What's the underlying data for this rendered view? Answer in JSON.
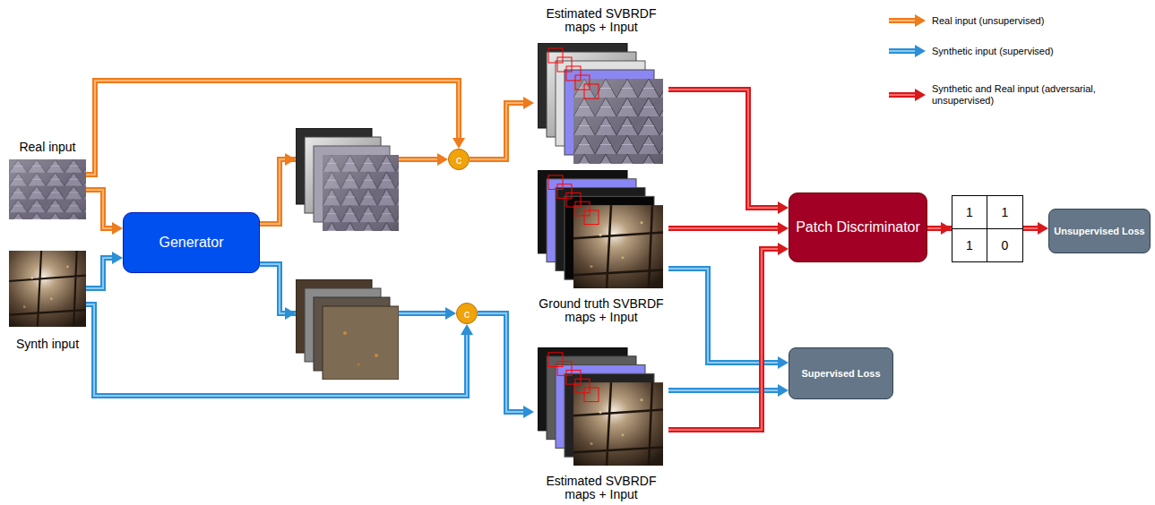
{
  "diagram": {
    "nodes": [
      {
        "text": [
          "Real input"
        ]
      },
      {
        "text": [
          "Synth input"
        ]
      },
      {
        "text": [
          "Generator"
        ]
      },
      {
        "text": [
          "c"
        ]
      },
      {
        "text": [
          "Estimated SVBRDF maps + Input"
        ]
      },
      {
        "text": [
          "Ground truth SVBRDF maps + Input"
        ]
      },
      {
        "text": [
          "c"
        ]
      },
      {
        "text": [
          "Estimated SVBRDF maps + Input"
        ]
      },
      {
        "text": [
          "Patch Discriminator"
        ]
      },
      {
        "text": [
          "Supervised Loss"
        ]
      },
      {
        "text": [
          "Unsupervised Loss"
        ]
      }
    ],
    "edges": [
      {
        "from": 0,
        "to": 2,
        "arrow": "to"
      },
      {
        "from": 0,
        "to": 3,
        "arrow": "to"
      },
      {
        "from": 2,
        "to": 3,
        "arrow": "to"
      },
      {
        "from": 3,
        "to": 4,
        "arrow": "to"
      },
      {
        "from": 1,
        "to": 2,
        "arrow": "to"
      },
      {
        "from": 1,
        "to": 6,
        "arrow": "to"
      },
      {
        "from": 2,
        "to": 6,
        "arrow": "to"
      },
      {
        "from": 6,
        "to": 7,
        "arrow": "to"
      },
      {
        "from": 5,
        "to": 9,
        "arrow": "to"
      },
      {
        "from": 7,
        "to": 9,
        "arrow": "to"
      },
      {
        "from": 4,
        "to": 8,
        "arrow": "to"
      },
      {
        "from": 5,
        "to": 8,
        "arrow": "to"
      },
      {
        "from": 7,
        "to": 8,
        "arrow": "to"
      },
      {
        "from": 8,
        "to": 10,
        "arrow": "to"
      }
    ],
    "labels": [
      "1",
      "1",
      "1",
      "0"
    ],
    "legend": [
      {
        "text": "Real input (unsupervised)"
      },
      {
        "text": "Synthetic input (supervised)"
      },
      {
        "text": "Synthetic and Real input (adversarial, unsupervised)"
      }
    ]
  }
}
